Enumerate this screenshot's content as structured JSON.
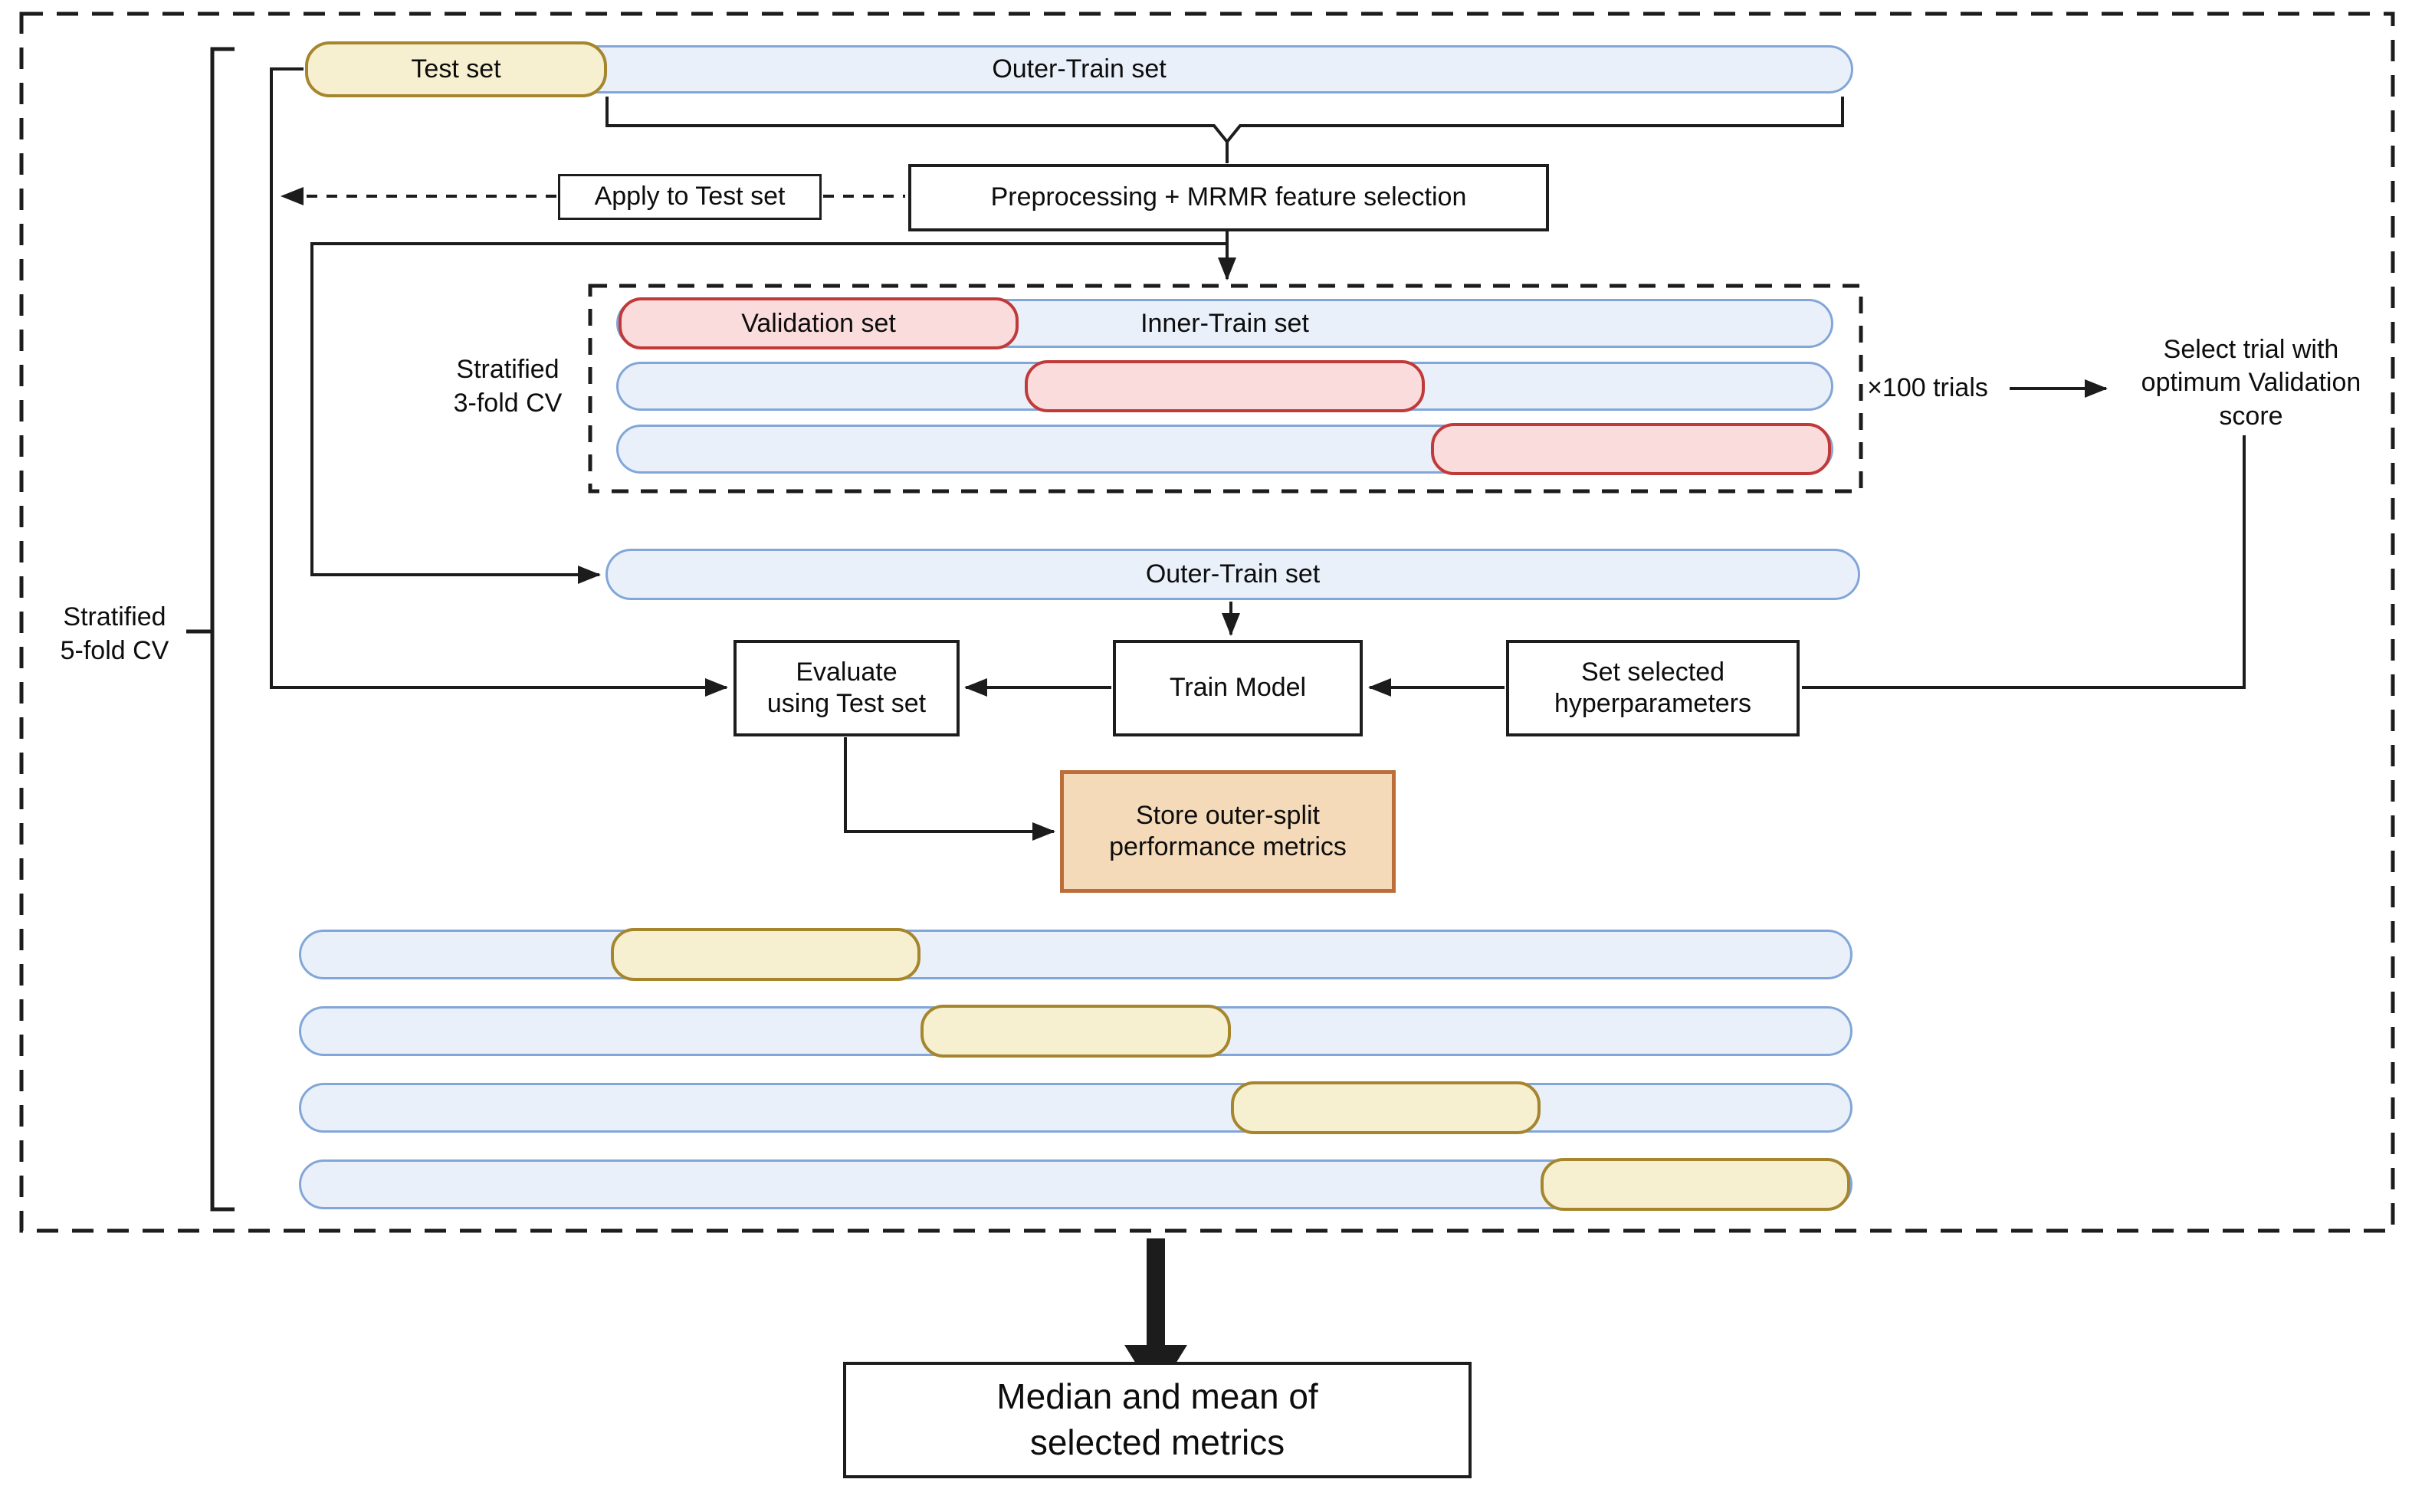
{
  "colors": {
    "blue_fill": "#e9f0fa",
    "blue_border": "#82a6d8",
    "yellow_fill": "#f6f0d1",
    "yellow_border": "#a6862d",
    "pink_fill": "#fbdcdc",
    "pink_border": "#c03a39",
    "orange_fill": "#f4dab9",
    "orange_border": "#bb6d3a",
    "line": "#1c1c1c",
    "box_border": "#1d1d1d"
  },
  "outer_cv": {
    "label_lines": [
      "Stratified",
      "5-fold CV"
    ],
    "test_set_label": "Test set",
    "outer_train_label": "Outer-Train set",
    "folds": [
      {
        "test_pct": [
          20,
          40
        ]
      },
      {
        "test_pct": [
          40,
          60
        ]
      },
      {
        "test_pct": [
          60,
          80
        ]
      },
      {
        "test_pct": [
          80,
          100
        ]
      }
    ]
  },
  "preprocess": {
    "apply_label": "Apply to Test set",
    "main_label": "Preprocessing + MRMR feature selection"
  },
  "inner_cv": {
    "label_lines": [
      "Stratified",
      "3-fold CV"
    ],
    "validation_label": "Validation set",
    "inner_train_label": "Inner-Train set",
    "folds": [
      {
        "validation_pct": [
          0,
          33
        ]
      },
      {
        "validation_pct": [
          33.5,
          66.5
        ]
      },
      {
        "validation_pct": [
          67,
          100
        ]
      }
    ],
    "trials_label": "×100 trials",
    "select_lines": [
      "Select trial with",
      "optimum Validation",
      "score"
    ]
  },
  "middle": {
    "outer_train_label": "Outer-Train set",
    "evaluate_lines": [
      "Evaluate",
      "using Test set"
    ],
    "train_label": "Train Model",
    "hyper_lines": [
      "Set selected",
      "hyperparameters"
    ],
    "store_lines": [
      "Store outer-split",
      "performance metrics"
    ]
  },
  "result": {
    "lines": [
      "Median and mean of",
      "selected metrics"
    ]
  }
}
